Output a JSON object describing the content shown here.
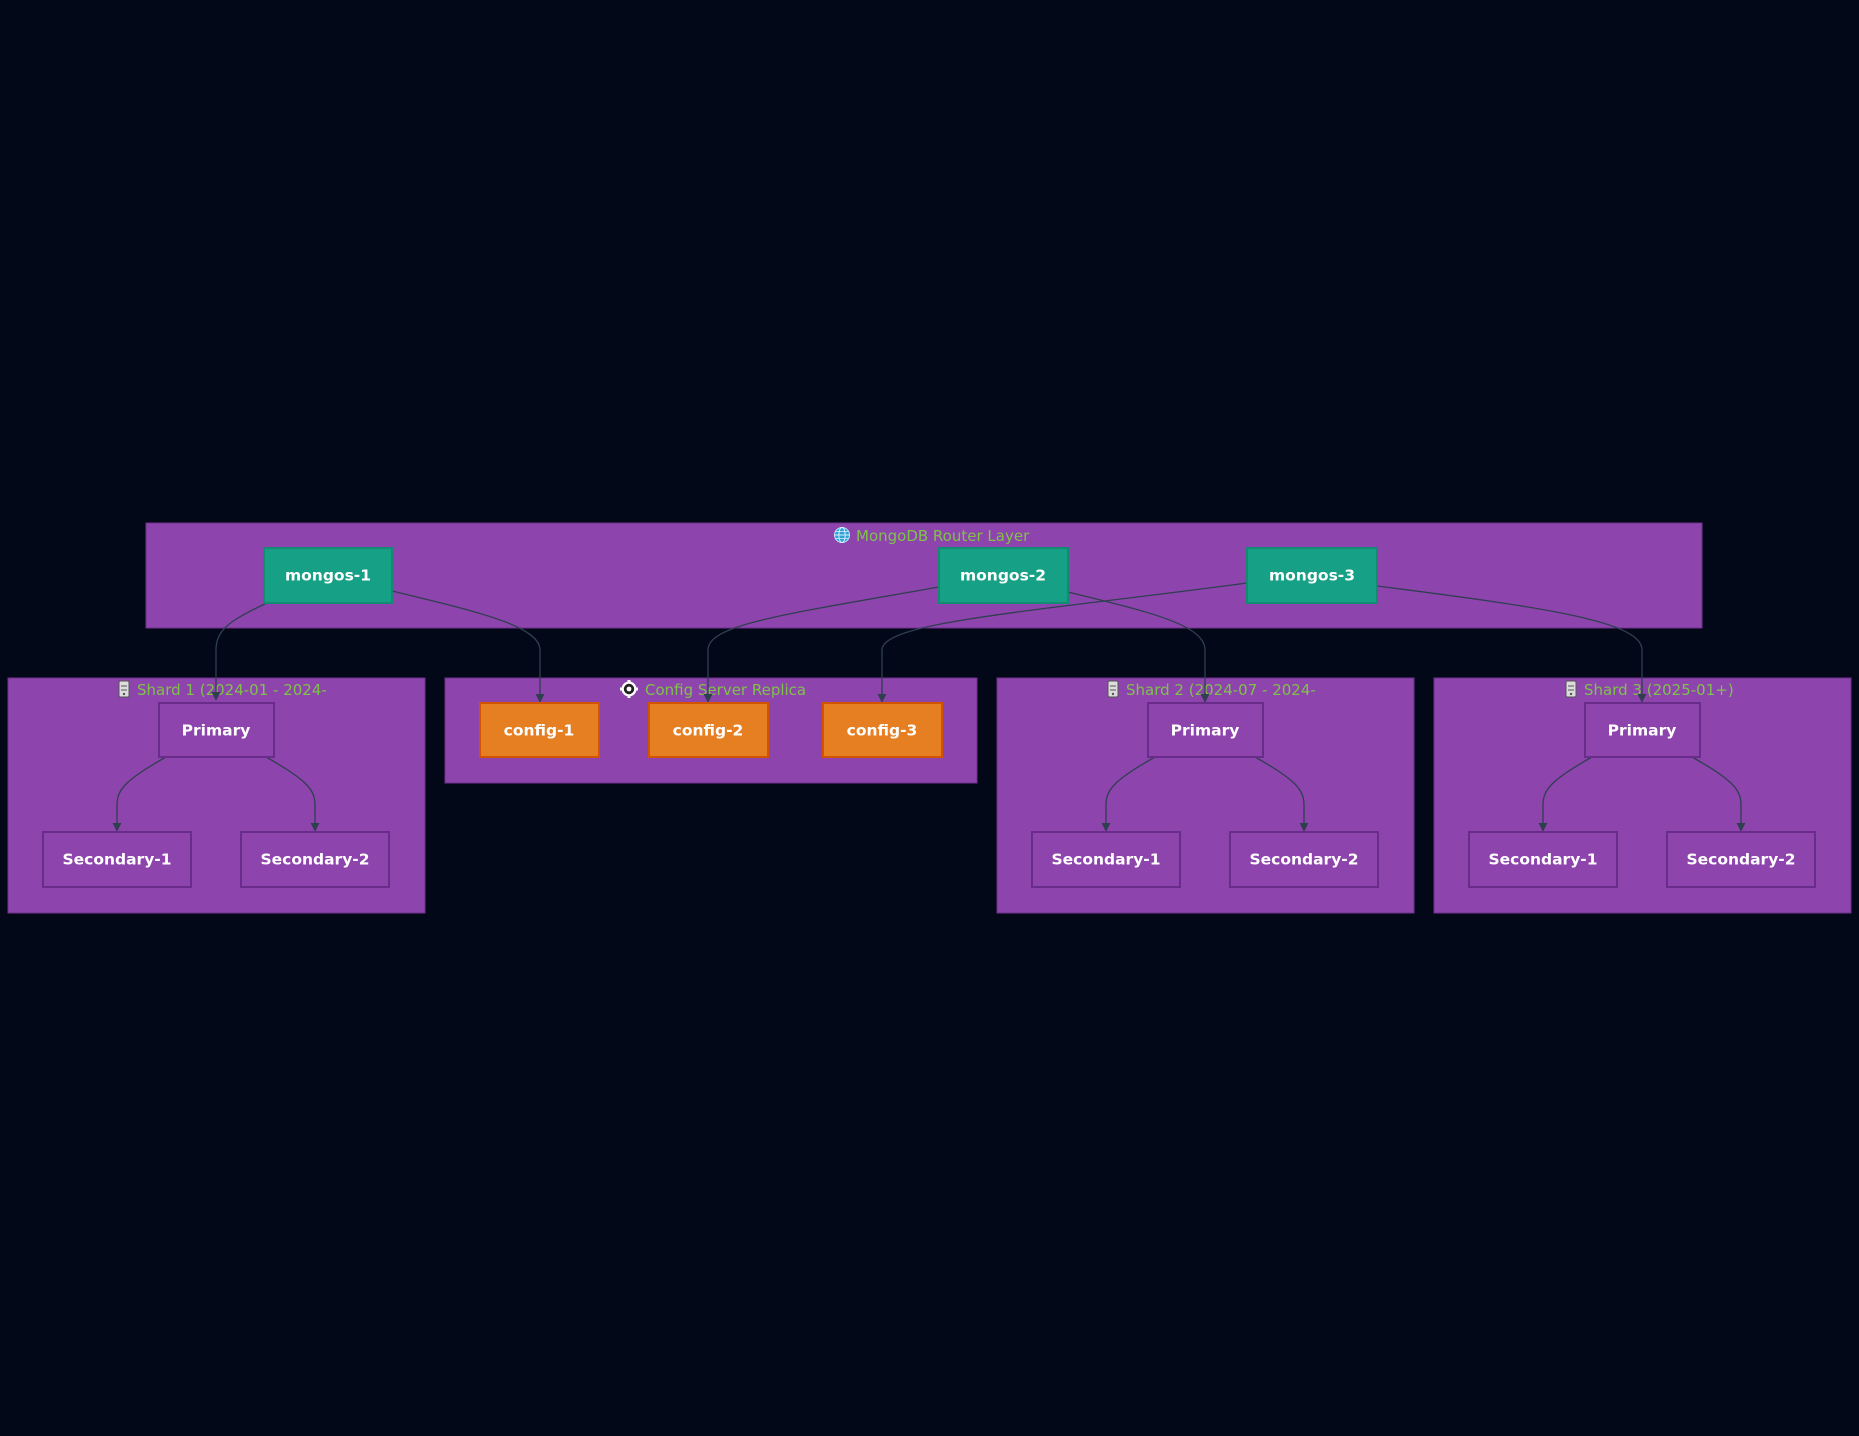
{
  "colors": {
    "background": "#020818",
    "cluster_fill": "#8e44ad",
    "cluster_title": "#7fc24a",
    "router_node": "#16a085",
    "config_node": "#e67e22",
    "shard_node": "#8e44ad",
    "edge": "#2f3f50"
  },
  "clusters": {
    "router": {
      "title": "MongoDB Router Layer",
      "icon": "globe-icon"
    },
    "config": {
      "title": "Config Server Replica",
      "icon": "gear-icon"
    },
    "shard1": {
      "title": "Shard 1 (2024-01 - 2024-",
      "icon": "server-icon"
    },
    "shard2": {
      "title": "Shard 2 (2024-07 - 2024-",
      "icon": "server-icon"
    },
    "shard3": {
      "title": "Shard 3 (2025-01+)",
      "icon": "server-icon"
    }
  },
  "nodes": {
    "mongos1": "mongos-1",
    "mongos2": "mongos-2",
    "mongos3": "mongos-3",
    "config1": "config-1",
    "config2": "config-2",
    "config3": "config-3",
    "shard1": {
      "primary": "Primary",
      "secondary1": "Secondary-1",
      "secondary2": "Secondary-2"
    },
    "shard2": {
      "primary": "Primary",
      "secondary1": "Secondary-1",
      "secondary2": "Secondary-2"
    },
    "shard3": {
      "primary": "Primary",
      "secondary1": "Secondary-1",
      "secondary2": "Secondary-2"
    }
  },
  "edges": [
    {
      "from": "mongos-1",
      "to": "shard1-primary"
    },
    {
      "from": "mongos-1",
      "to": "config-1"
    },
    {
      "from": "mongos-2",
      "to": "config-2"
    },
    {
      "from": "mongos-2",
      "to": "shard2-primary"
    },
    {
      "from": "mongos-3",
      "to": "config-3"
    },
    {
      "from": "mongos-3",
      "to": "shard3-primary"
    },
    {
      "from": "shard1-primary",
      "to": "shard1-secondary-1"
    },
    {
      "from": "shard1-primary",
      "to": "shard1-secondary-2"
    },
    {
      "from": "shard2-primary",
      "to": "shard2-secondary-1"
    },
    {
      "from": "shard2-primary",
      "to": "shard2-secondary-2"
    },
    {
      "from": "shard3-primary",
      "to": "shard3-secondary-1"
    },
    {
      "from": "shard3-primary",
      "to": "shard3-secondary-2"
    }
  ]
}
